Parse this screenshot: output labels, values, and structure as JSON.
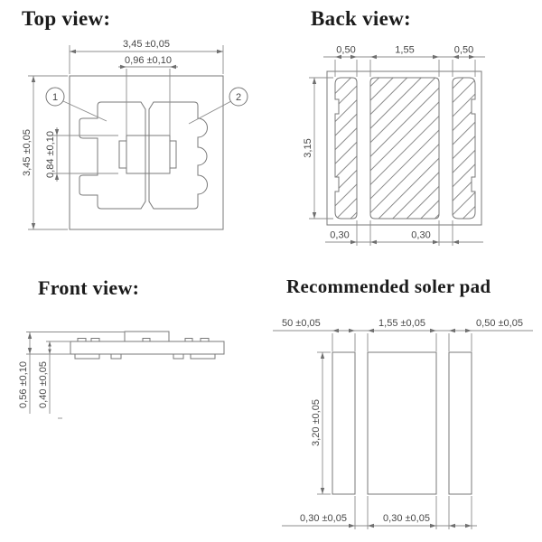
{
  "drawing": {
    "top_view": {
      "title": "Top view:",
      "balloon_1": "1",
      "balloon_2": "2",
      "dim_width": "3,45 ±0,05",
      "dim_inner_width": "0,96 ±0,10",
      "dim_height": "3,45 ±0,05",
      "dim_die_height": "0,84 ±0,10"
    },
    "back_view": {
      "title": "Back view:",
      "dim_left_pad": "0,50",
      "dim_center_pad": "1,55",
      "dim_right_pad": "0,50",
      "dim_height": "3,15",
      "dim_gap_left": "0,30",
      "dim_gap_right": "0,30"
    },
    "front_view": {
      "title": "Front view:",
      "dim_total_height": "0,56 ±0,10",
      "dim_body_height": "0,40 ±0,05"
    },
    "solder_pad_view": {
      "title": "Recommended soler pad",
      "dim_left_pad": "50 ±0,05",
      "dim_center_pad": "1,55 ±0,05",
      "dim_right_pad": "0,50 ±0,05",
      "dim_height": "3,20 ±0,05",
      "dim_gap_left": "0,30 ±0,05",
      "dim_gap_right": "0,30 ±0,05"
    },
    "colors": {
      "background": "#ffffff",
      "line": "#787878",
      "dimension_text": "#474747",
      "title_text": "#1b1b1b"
    }
  }
}
